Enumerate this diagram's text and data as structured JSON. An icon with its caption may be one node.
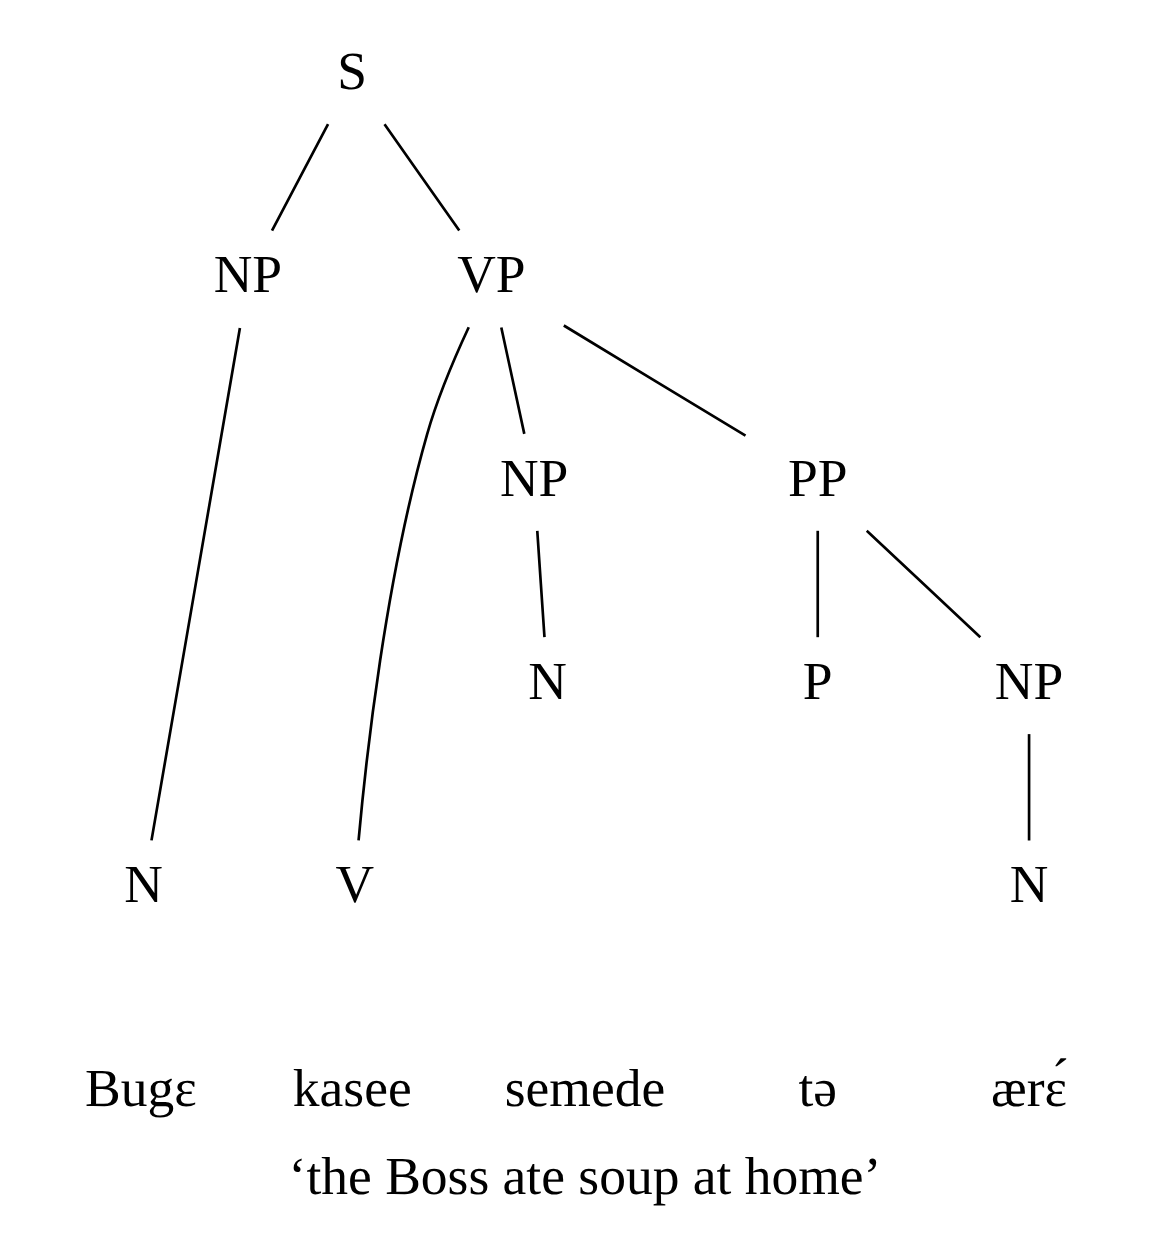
{
  "diagram": {
    "caption": "‘the Boss ate soup at home’",
    "nodes": [
      {
        "text": [
          "S"
        ]
      },
      {
        "text": [
          "NP"
        ]
      },
      {
        "text": [
          "VP"
        ]
      },
      {
        "text": [
          "N"
        ]
      },
      {
        "text": [
          "V"
        ]
      },
      {
        "text": [
          "NP"
        ]
      },
      {
        "text": [
          "PP"
        ]
      },
      {
        "text": [
          "N"
        ]
      },
      {
        "text": [
          "P"
        ]
      },
      {
        "text": [
          "NP"
        ]
      },
      {
        "text": [
          "N"
        ]
      }
    ],
    "edges": [
      {
        "from": 0,
        "to": 1,
        "arrow": "none"
      },
      {
        "from": 0,
        "to": 2,
        "arrow": "none"
      },
      {
        "from": 1,
        "to": 3,
        "arrow": "none"
      },
      {
        "from": 2,
        "to": 4,
        "arrow": "none"
      },
      {
        "from": 2,
        "to": 5,
        "arrow": "none"
      },
      {
        "from": 2,
        "to": 6,
        "arrow": "none"
      },
      {
        "from": 5,
        "to": 7,
        "arrow": "none"
      },
      {
        "from": 6,
        "to": 8,
        "arrow": "none"
      },
      {
        "from": 6,
        "to": 9,
        "arrow": "none"
      },
      {
        "from": 9,
        "to": 10,
        "arrow": "none"
      }
    ],
    "labels": [
      "Bugɛ",
      "kasee",
      "semede",
      "tə",
      "ærɛ́"
    ]
  }
}
